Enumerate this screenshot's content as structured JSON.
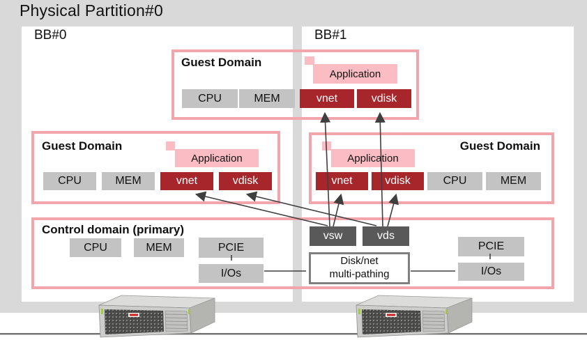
{
  "header": {
    "title": "Physical Partition#0"
  },
  "building_blocks": [
    {
      "label": "BB#0"
    },
    {
      "label": "BB#1"
    }
  ],
  "guest_domain_top": {
    "title": "Guest Domain",
    "application_label": "Application",
    "components": {
      "cpu": "CPU",
      "mem": "MEM",
      "vnet": "vnet",
      "vdisk": "vdisk"
    }
  },
  "guest_domain_left": {
    "title": "Guest Domain",
    "application_label": "Application",
    "components": {
      "cpu": "CPU",
      "mem": "MEM",
      "vnet": "vnet",
      "vdisk": "vdisk"
    }
  },
  "guest_domain_right": {
    "title": "Guest Domain",
    "application_label": "Application",
    "components": {
      "vnet": "vnet",
      "vdisk": "vdisk",
      "cpu": "CPU",
      "mem": "MEM"
    }
  },
  "control_domain": {
    "title": "Control domain (primary)",
    "components": {
      "cpu": "CPU",
      "mem": "MEM",
      "pcie": "PCIE",
      "ios": "I/Os"
    },
    "services": {
      "vsw": "vsw",
      "vds": "vds"
    },
    "multipathing": {
      "line1": "Disk/net",
      "line2": "multi-pathing"
    },
    "bb1_components": {
      "pcie": "PCIE",
      "ios": "I/Os"
    }
  },
  "colors": {
    "frame_background": "#d9d9d9",
    "domain_border_pink": "#f2a6ac",
    "application_pink": "#fbbdc3",
    "component_gray": "#c3c3c3",
    "virtual_device_red": "#a6262b",
    "service_dark_gray": "#595959",
    "connector_line": "#3f3f3f"
  }
}
